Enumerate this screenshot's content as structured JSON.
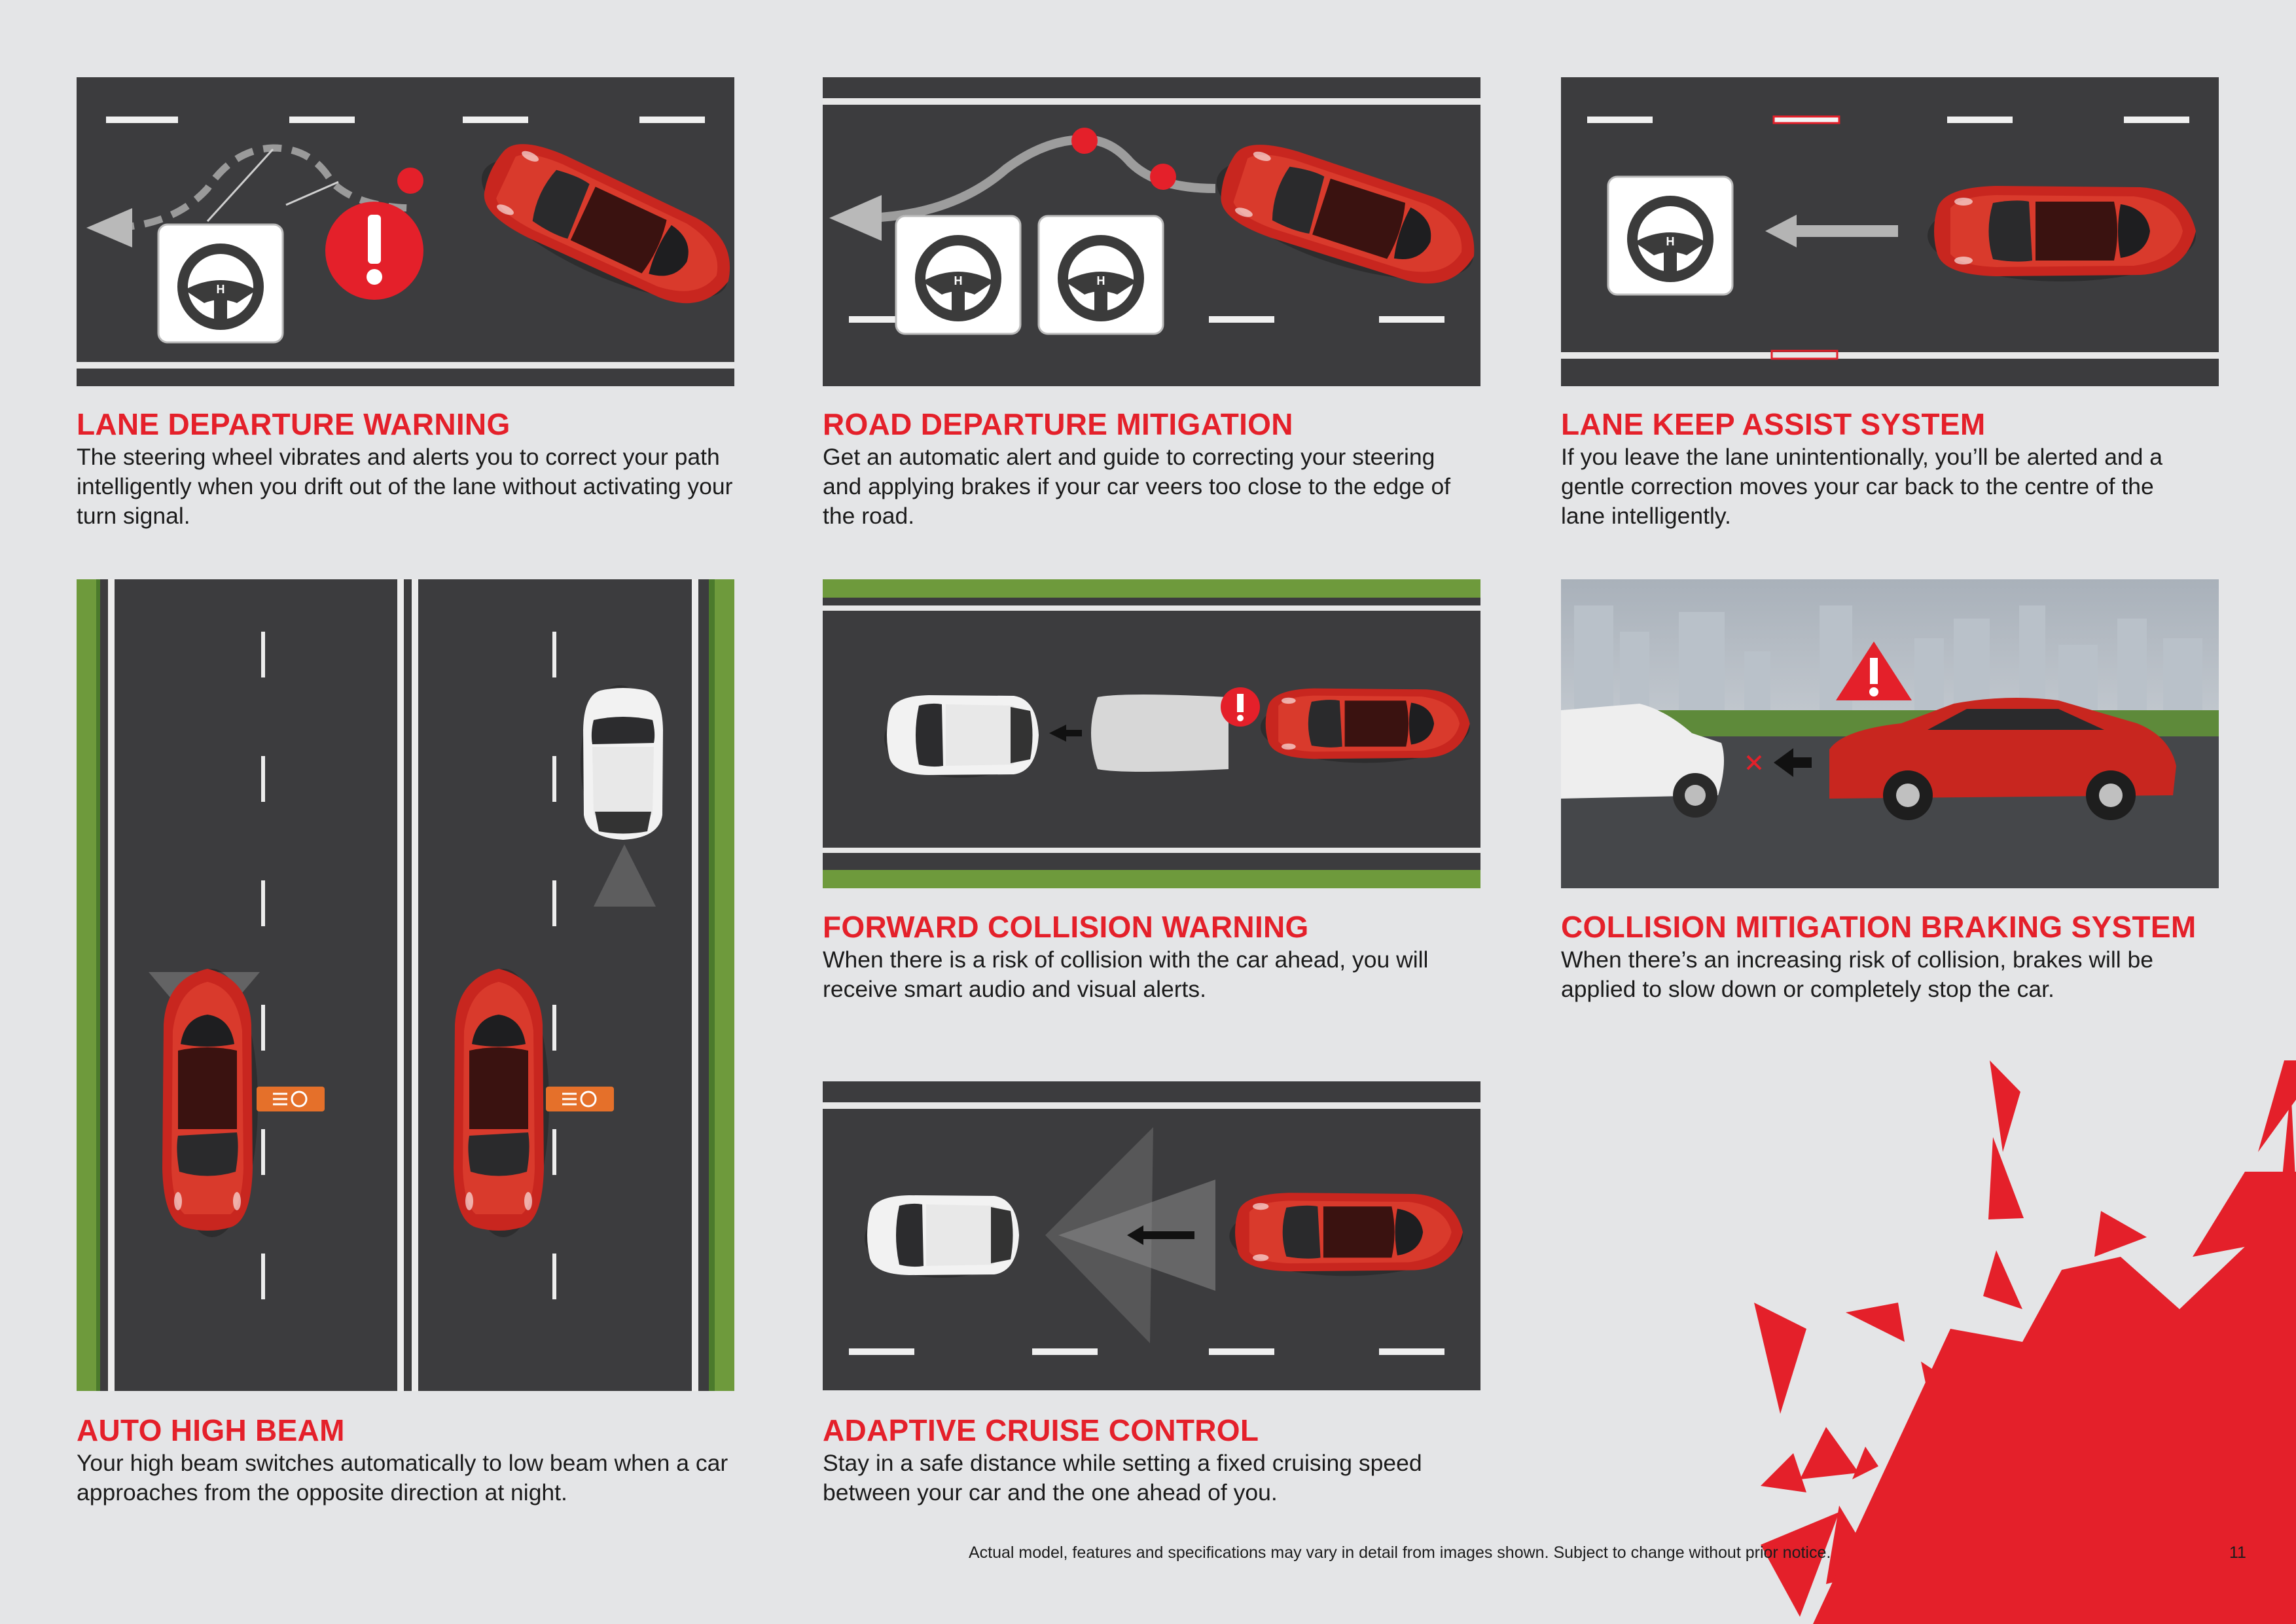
{
  "page": {
    "number": "11",
    "footnote": "Actual model, features and specifications may vary in detail from images shown. Subject to change without prior notice."
  },
  "features": [
    {
      "title": "LANE DEPARTURE WARNING",
      "desc": "The steering wheel vibrates and alerts you to correct your path intelligently when you drift out of the lane without activating your turn signal."
    },
    {
      "title": "ROAD DEPARTURE MITIGATION",
      "desc": "Get an automatic alert and guide to correcting your steering and applying brakes if your car veers too close to the edge of the road."
    },
    {
      "title": "LANE KEEP ASSIST SYSTEM",
      "desc": "If you leave the lane unintentionally, you’ll be alerted and a gentle correction moves your car back to the centre of the lane intelligently."
    },
    {
      "title": "AUTO HIGH BEAM",
      "desc": "Your high beam switches automatically to low beam when a car approaches from the opposite direction at night."
    },
    {
      "title": "FORWARD COLLISION WARNING",
      "desc": "When there is a risk of collision with the car ahead, you will receive smart audio and visual alerts."
    },
    {
      "title": "COLLISION MITIGATION BRAKING SYSTEM",
      "desc": "When there’s an increasing risk of collision, brakes will be applied to slow down or completely stop the car."
    },
    {
      "title": "ADAPTIVE CRUISE CONTROL",
      "desc": "Stay in a safe distance while setting a fixed cruising speed between your car and the one ahead of you."
    }
  ],
  "colors": {
    "brand_red": "#e4202a",
    "road": "#3d3d3f",
    "page_bg": "#e4e5e7",
    "indicator_orange": "#e5702a"
  },
  "icons": [
    "steering-wheel-vibrate-icon",
    "steering-wheel-correct-icon",
    "warning-icon",
    "high-beam-icon",
    "arrow-icon"
  ]
}
